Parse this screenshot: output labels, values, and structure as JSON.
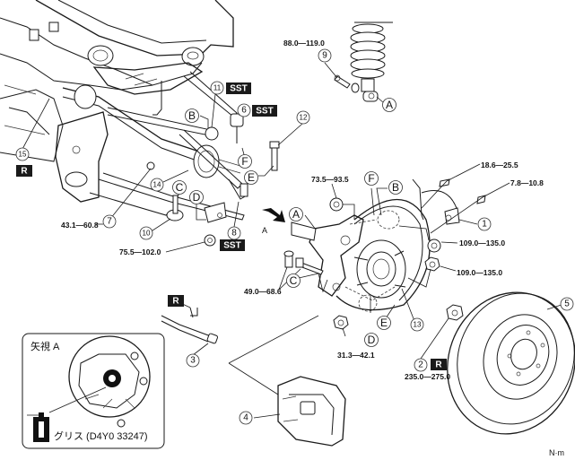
{
  "diagram": {
    "title": "Rear suspension / knuckle exploded view",
    "unit_label": "N·m",
    "view_arrow_label": "A",
    "inset": {
      "title": "矢視 A",
      "grease_label": "グリス (D4Y0 33247)"
    },
    "badges": {
      "sst": "SST",
      "replace": "R"
    },
    "torques": {
      "t9": "88.0—119.0",
      "t7": "43.1—60.8",
      "t8": "75.5—102.0",
      "t_knuckle_top": "73.5—93.5",
      "t_sensor_bracket": "18.6—25.5",
      "t_sensor": "7.8—10.8",
      "t_nut1": "109.0—135.0",
      "t_nut2": "109.0—135.0",
      "t_caliper_bolt": "49.0—68.6",
      "t_lower_nut": "31.3—42.1",
      "t_hub_nut": "235.0—275.0"
    },
    "callouts": {
      "c1": "1",
      "c2": "2",
      "c3": "3",
      "c4": "4",
      "c5": "5",
      "c6": "6",
      "c7": "7",
      "c8": "8",
      "c9": "9",
      "c10": "10",
      "c11": "11",
      "c12": "12",
      "c13": "13",
      "c14": "14",
      "c15": "15"
    },
    "letters": {
      "A": "A",
      "B": "B",
      "C": "C",
      "D": "D",
      "E": "E",
      "F": "F"
    }
  }
}
